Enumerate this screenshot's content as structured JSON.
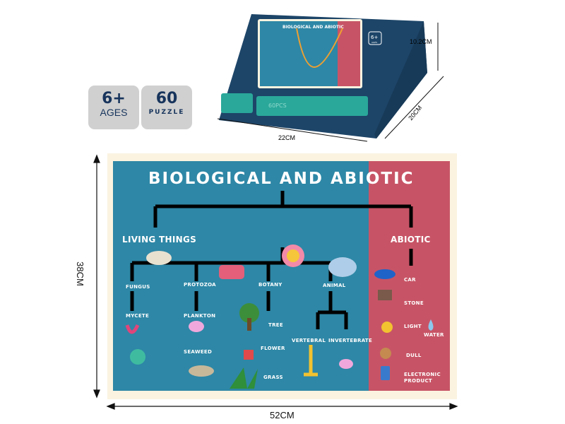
{
  "badges": {
    "age_value": "6+",
    "age_label": "AGES",
    "pieces_value": "60",
    "pieces_label": "PUZZLE"
  },
  "box": {
    "title": "BIOLOGICAL AND ABIOTIC",
    "age_badge": "6+",
    "age_badge_sub": "AGES",
    "pieces_text": "60PCS",
    "height": "10.2CM",
    "depth": "20CM",
    "width": "22CM"
  },
  "puzzle": {
    "title": "BIOLOGICAL AND ABIOTIC",
    "living": "LIVING THINGS",
    "abiotic": "ABIOTIC",
    "living_items": [
      "FUNGUS",
      "PROTOZOA",
      "BOTANY",
      "ANIMAL",
      "MYCETE",
      "PLANKTON",
      "TREE",
      "VERTEBRAL",
      "INVERTEBRATE",
      "SEAWEED",
      "FLOWER",
      "GRASS"
    ],
    "abiotic_items": [
      "CAR",
      "STONE",
      "LIGHT",
      "WATER",
      "DULL",
      "ELECTRONIC",
      "PRODUCT"
    ],
    "height": "38CM",
    "width": "52CM"
  },
  "colors": {
    "blue": "#2e87a6",
    "red": "#c75466",
    "navy": "#1d4568",
    "frame": "#fbf3e0",
    "teal": "#2aa89a"
  }
}
